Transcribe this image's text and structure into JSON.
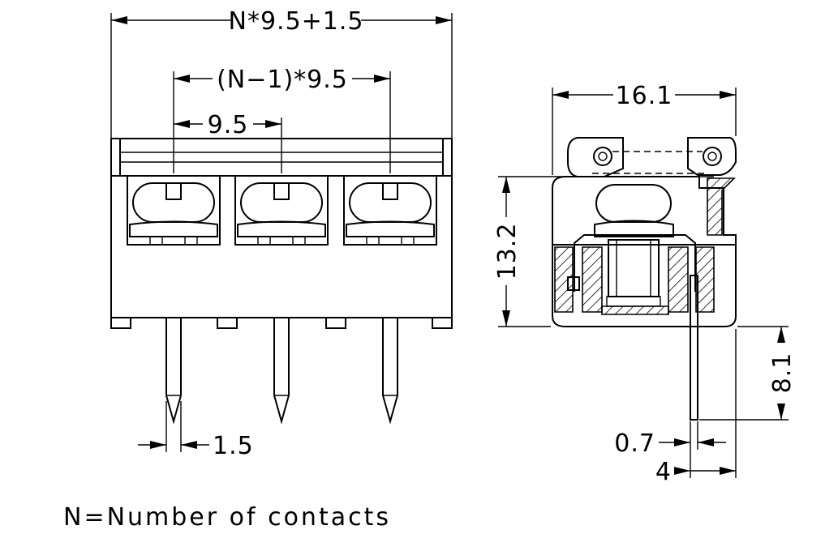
{
  "dimensions": {
    "overall_width": "N*9.5+1.5",
    "pitch_span": "(N−1)*9.5",
    "pitch": "9.5",
    "pin_width_front": "1.5",
    "side_width": "16.1",
    "height": "13.2",
    "pin_length": "8.1",
    "pin_thickness": "0.7",
    "pin_offset": "4"
  },
  "note": "N=Number of contacts"
}
